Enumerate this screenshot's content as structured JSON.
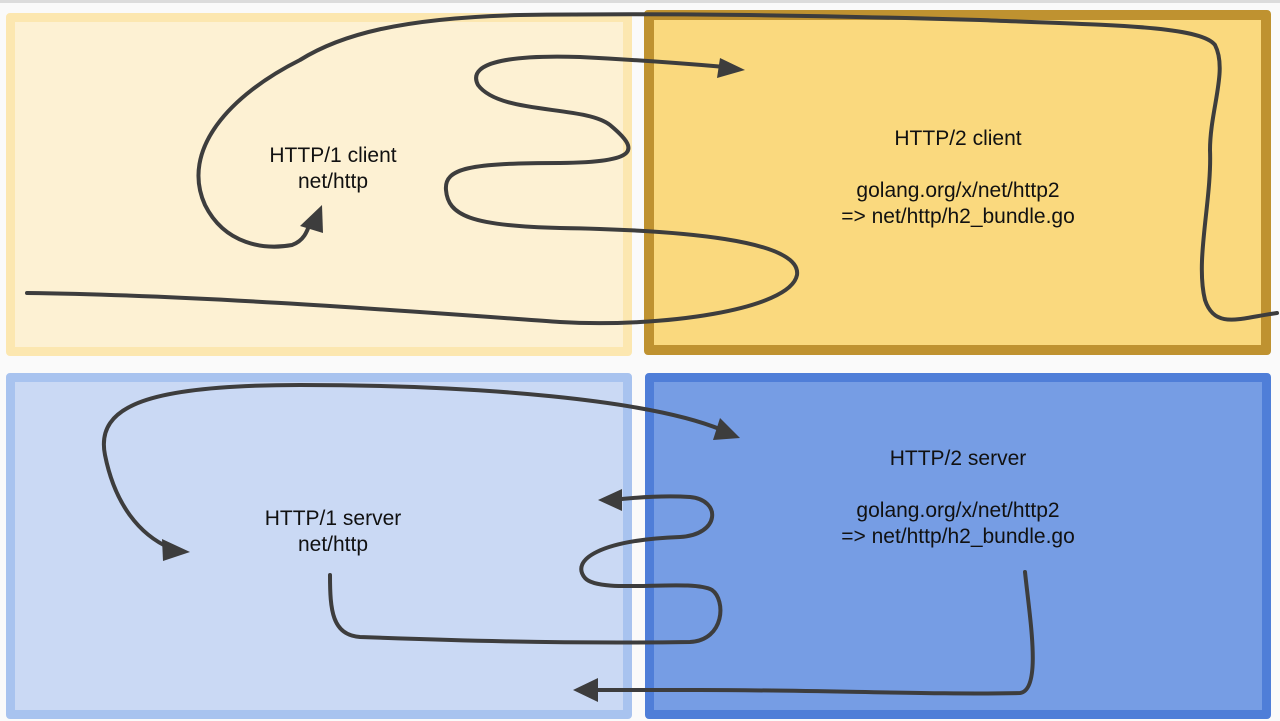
{
  "boxes": {
    "http1_client": {
      "title": "HTTP/1 client",
      "package": "net/http",
      "fill": "#fdf1d3",
      "border": "#fce7b0"
    },
    "http2_client": {
      "title": "HTTP/2 client",
      "package": "golang.org/x/net/http2",
      "bundle": "=> net/http/h2_bundle.go",
      "fill": "#fad97e",
      "border": "#bf9230"
    },
    "http1_server": {
      "title": "HTTP/1 server",
      "package": "net/http",
      "fill": "#cad9f4",
      "border": "#a8c3ef"
    },
    "http2_server": {
      "title": "HTTP/2 server",
      "package": "golang.org/x/net/http2",
      "bundle": "=> net/http/h2_bundle.go",
      "fill": "#769de4",
      "border": "#4f7ed8"
    }
  },
  "arrow_color": "#3d3d3d"
}
